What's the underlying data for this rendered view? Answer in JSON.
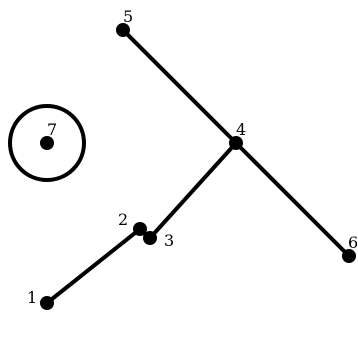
{
  "diagram": {
    "type": "graph",
    "nodes": [
      {
        "id": "1",
        "label": "1"
      },
      {
        "id": "2",
        "label": "2"
      },
      {
        "id": "3",
        "label": "3"
      },
      {
        "id": "4",
        "label": "4"
      },
      {
        "id": "5",
        "label": "5"
      },
      {
        "id": "6",
        "label": "6"
      },
      {
        "id": "7",
        "label": "7",
        "self_loop": true
      }
    ],
    "edges": [
      {
        "from": "5",
        "to": "4"
      },
      {
        "from": "4",
        "to": "6"
      },
      {
        "from": "4",
        "to": "3"
      },
      {
        "from": "3",
        "to": "2"
      },
      {
        "from": "2",
        "to": "1"
      }
    ],
    "colors": {
      "ink": "#000000",
      "background": "#ffffff"
    }
  }
}
